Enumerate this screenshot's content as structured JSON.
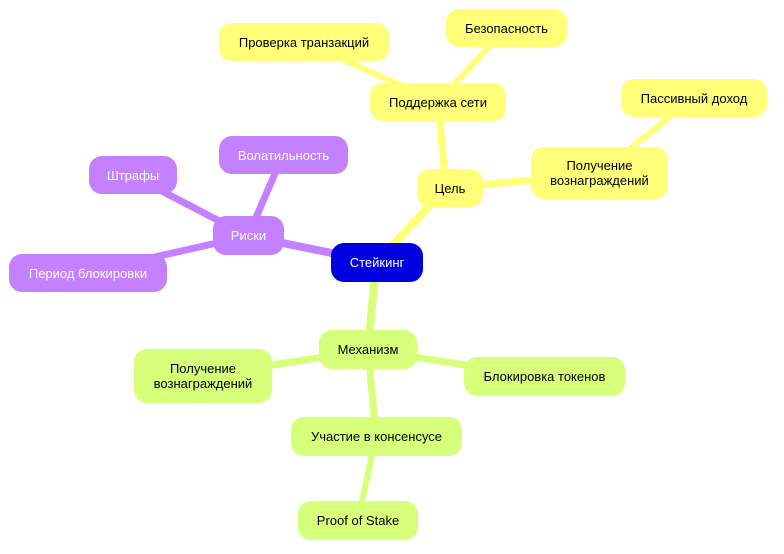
{
  "mindmap": {
    "root": "Стейкинг",
    "goal": {
      "label": "Цель",
      "support": {
        "label": "Поддержка сети",
        "tx_check": "Проверка транзакций",
        "security": "Безопасность"
      },
      "rewards": "Получение\nвознаграждений",
      "passive_income": "Пассивный доход"
    },
    "risks": {
      "label": "Риски",
      "volatility": "Волатильность",
      "penalties": "Штрафы",
      "lock_period": "Период блокировки"
    },
    "mechanism": {
      "label": "Механизм",
      "rewards": "Получение\nвознаграждений",
      "token_lock": "Блокировка токенов",
      "consensus": "Участие в консенсусе",
      "pos": "Proof of Stake"
    }
  },
  "colors": {
    "root": "#0000e0",
    "goal_branch": "#ffff78",
    "mechanism_branch": "#d6ff7a",
    "risks_branch": "#c380ff"
  }
}
